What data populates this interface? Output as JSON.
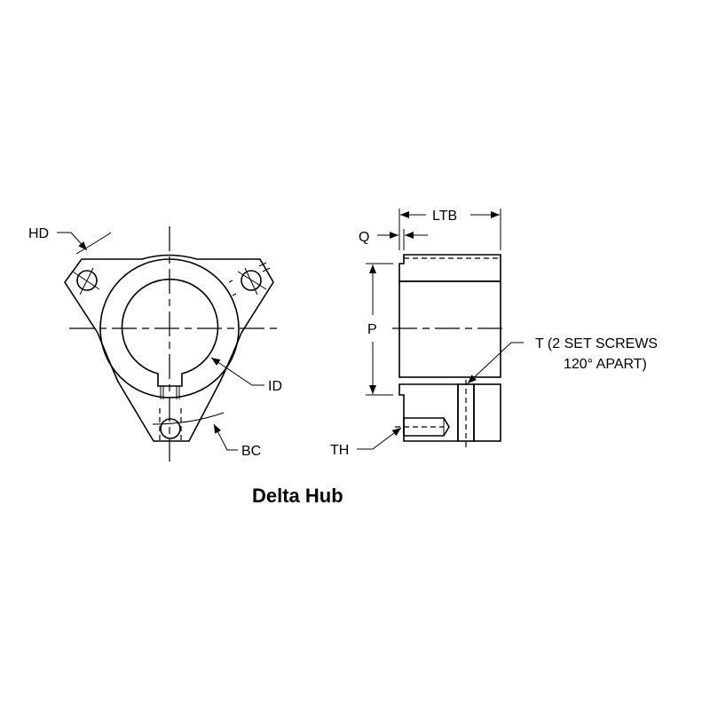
{
  "labels": {
    "hd": "HD",
    "id": "ID",
    "bc": "BC",
    "ltb": "LTB",
    "q": "Q",
    "p": "P",
    "t_line1": "T (2 SET SCREWS",
    "t_line2": "120° APART)",
    "th": "TH"
  },
  "title": "Delta Hub"
}
